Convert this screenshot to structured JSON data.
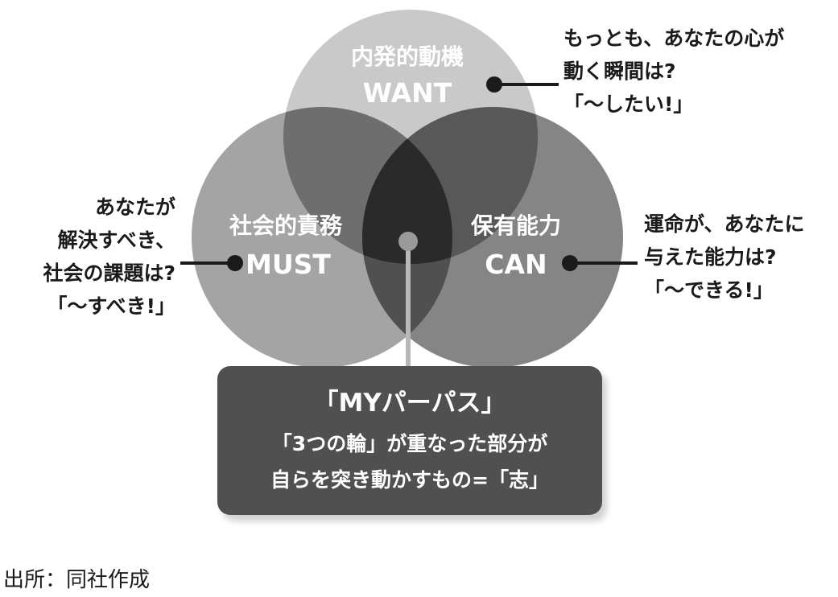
{
  "circles": {
    "want": {
      "jp": "内発的動機",
      "en": "WANT"
    },
    "must": {
      "jp": "社会的責務",
      "en": "MUST"
    },
    "can": {
      "jp": "保有能力",
      "en": "CAN"
    }
  },
  "annotations": {
    "want": [
      "もっとも、あなたの心が",
      "動く瞬間は?",
      "「〜したい!」"
    ],
    "must": [
      "あなたが",
      "解決すべき、",
      "社会の課題は?",
      "「〜すべき!」"
    ],
    "can": [
      "運命が、あなたに",
      "与えた能力は?",
      "「〜できる!」"
    ]
  },
  "purpose_box": {
    "title": "「MYパーパス」",
    "line1": "「3つの輪」が重なった部分が",
    "line2": "自らを突き動かすもの=「志」"
  },
  "source": "出所：同社作成",
  "colors": {
    "want_only": "#c9c9c9",
    "must_only": "#a4a4a4",
    "can_only": "#858585",
    "want_must": "#6e6e6e",
    "want_can": "#585858",
    "must_can": "#505050",
    "center": "#2a2a2a",
    "box": "#505050"
  }
}
